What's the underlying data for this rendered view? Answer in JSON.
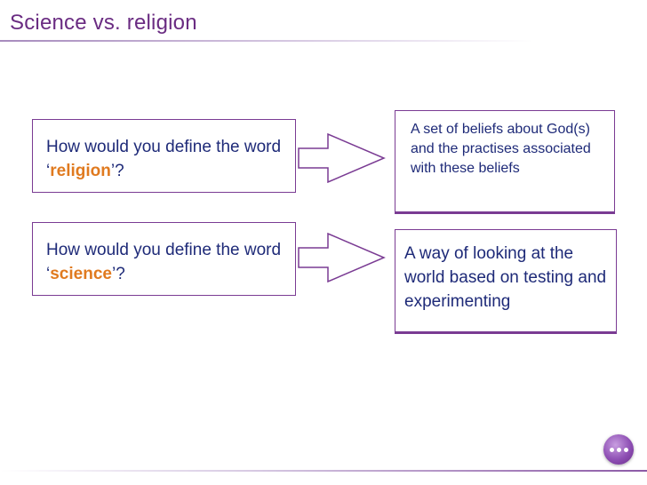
{
  "slide": {
    "title": "Science vs. religion"
  },
  "questions": [
    {
      "prefix": "How would you define the word ‘",
      "keyword": "religion",
      "suffix": "’?"
    },
    {
      "prefix": "How would you define the word ‘",
      "keyword": "science",
      "suffix": "’?"
    }
  ],
  "answers": [
    "A set of beliefs about God(s) and the practises associated with these beliefs",
    "A way of looking at the world based on testing and experimenting"
  ],
  "colors": {
    "title": "#6a2c82",
    "border": "#7a3b93",
    "text": "#1e2a78",
    "keyword": "#e07a1f"
  },
  "icons": {
    "arrow": "right-block-arrow-icon",
    "nav": "more-options-icon"
  }
}
